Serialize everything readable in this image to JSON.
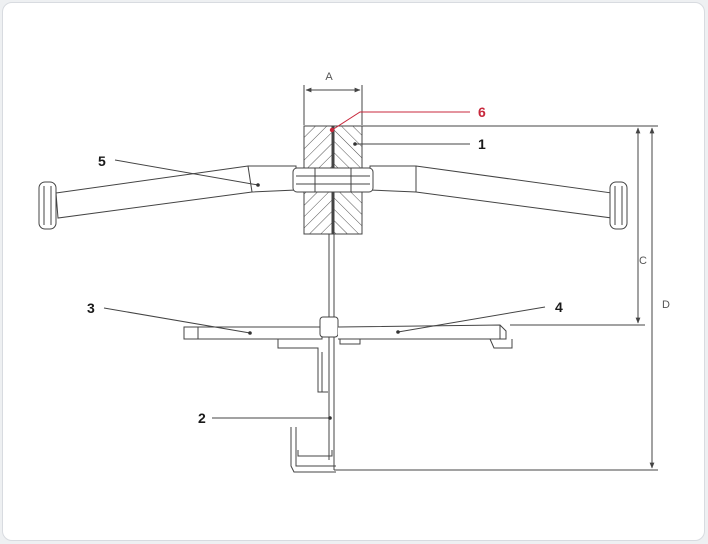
{
  "diagram": {
    "dimension_labels": {
      "a": "A",
      "c": "C",
      "d": "D"
    },
    "callouts": [
      {
        "id": "1",
        "label": "1"
      },
      {
        "id": "2",
        "label": "2"
      },
      {
        "id": "3",
        "label": "3"
      },
      {
        "id": "4",
        "label": "4"
      },
      {
        "id": "5",
        "label": "5"
      },
      {
        "id": "6",
        "label": "6"
      }
    ],
    "colors": {
      "line": "#444444",
      "highlight": "#c8283c",
      "background": "#ffffff"
    }
  }
}
